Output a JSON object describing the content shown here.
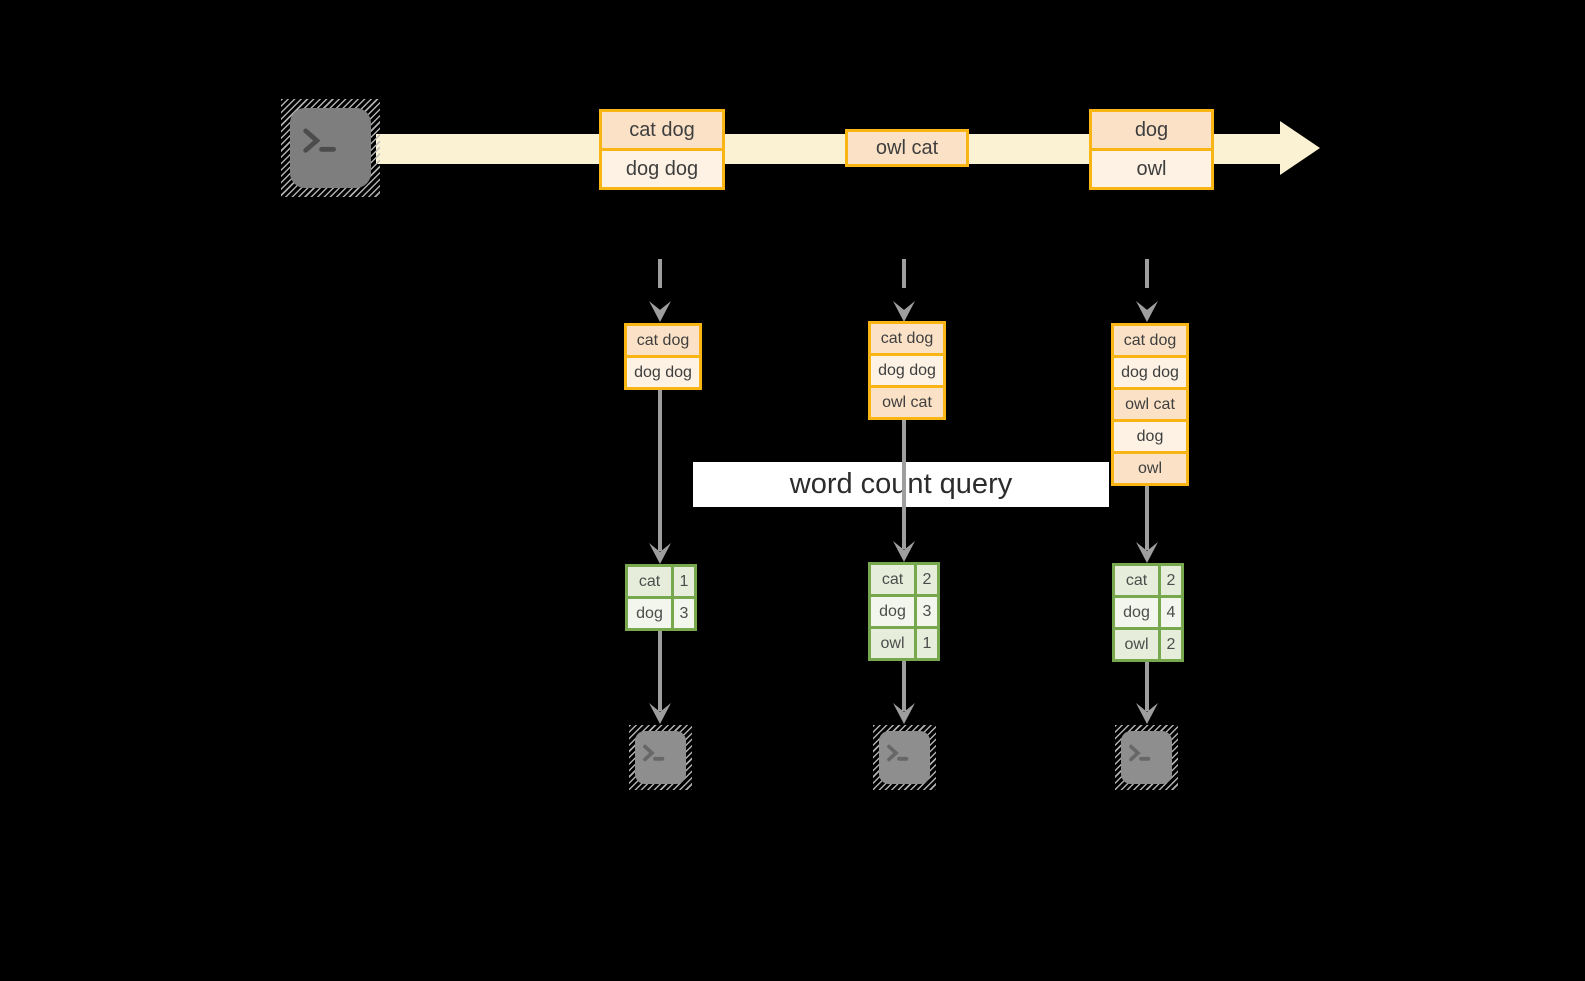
{
  "query_label": "word count query",
  "stream": {
    "source_icon": "terminal-icon",
    "records": [
      {
        "lines": [
          "cat dog",
          "dog dog"
        ]
      },
      {
        "lines": [
          "owl cat"
        ]
      },
      {
        "lines": [
          "dog",
          "owl"
        ]
      }
    ]
  },
  "pipelines": [
    {
      "buffer": [
        "cat dog",
        "dog dog"
      ],
      "counts": [
        {
          "word": "cat",
          "count": "1"
        },
        {
          "word": "dog",
          "count": "3"
        }
      ],
      "sink_icon": "terminal-icon"
    },
    {
      "buffer": [
        "cat dog",
        "dog dog",
        "owl cat"
      ],
      "counts": [
        {
          "word": "cat",
          "count": "2"
        },
        {
          "word": "dog",
          "count": "3"
        },
        {
          "word": "owl",
          "count": "1"
        }
      ],
      "sink_icon": "terminal-icon"
    },
    {
      "buffer": [
        "cat dog",
        "dog dog",
        "owl cat",
        "dog",
        "owl"
      ],
      "counts": [
        {
          "word": "cat",
          "count": "2"
        },
        {
          "word": "dog",
          "count": "4"
        },
        {
          "word": "owl",
          "count": "2"
        }
      ],
      "sink_icon": "terminal-icon"
    }
  ],
  "colors": {
    "background": "#000000",
    "stream-fill": "#fbf1d3",
    "amber": "#f9b514",
    "peach": "#fbe2c7",
    "cream": "#fdf2e3",
    "green": "#77a84e",
    "green-light": "#e6eedb",
    "green-lighter": "#f2f6ec",
    "gray": "#9e9e9e",
    "label-bg": "#ffffff",
    "text": "#3e3e3e"
  }
}
